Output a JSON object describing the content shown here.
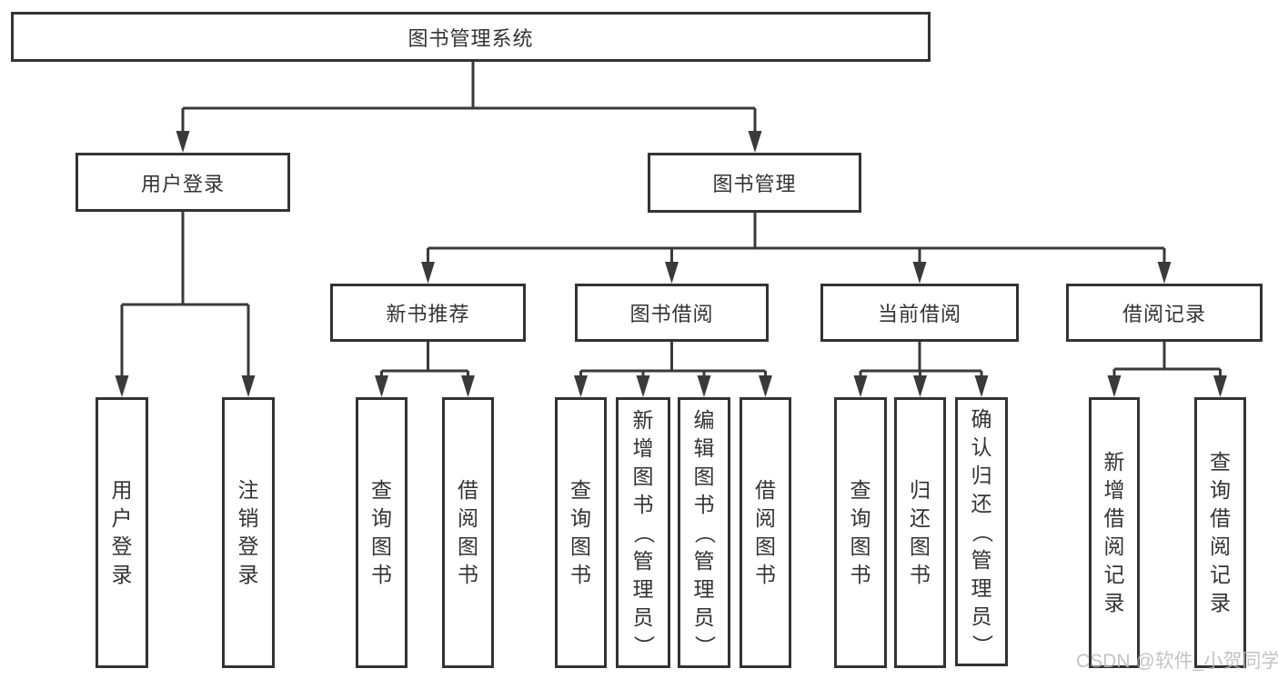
{
  "root_label": "图书管理系统",
  "branch_login": {
    "label": "用户登录",
    "leaves": [
      "用户登录",
      "注销登录"
    ]
  },
  "branch_books": {
    "label": "图书管理",
    "sections": [
      {
        "label": "新书推荐",
        "leaves": [
          "查询图书",
          "借阅图书"
        ]
      },
      {
        "label": "图书借阅",
        "leaves": [
          "查询图书",
          "新增图书（管理员）",
          "编辑图书（管理员）",
          "借阅图书"
        ]
      },
      {
        "label": "当前借阅",
        "leaves": [
          "查询图书",
          "归还图书",
          "确认归还（管理员）"
        ]
      },
      {
        "label": "借阅记录",
        "leaves": [
          "新增借阅记录",
          "查询借阅记录"
        ]
      }
    ]
  },
  "watermark": "CSDN @软件_小贺同学",
  "colors": {
    "line": "#3a3a3a",
    "box_border": "#333333",
    "text": "#333333",
    "watermark": "#b9b9b9",
    "background": "#ffffff"
  }
}
